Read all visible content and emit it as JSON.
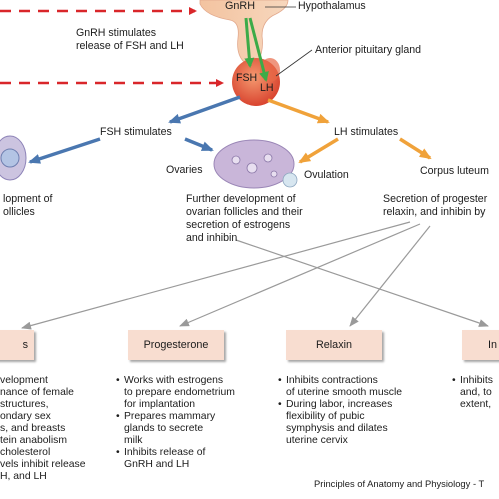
{
  "labels": {
    "gnrh": "GnRH",
    "hypothalamus": "Hypothalamus",
    "gnrh_stimulates": [
      "GnRH stimulates",
      "release of FSH and LH"
    ],
    "anterior_pituitary": "Anterior pituitary gland",
    "fsh": "FSH",
    "lh": "LH",
    "fsh_stimulates": "FSH stimulates",
    "lh_stimulates": "LH stimulates",
    "ovaries": "Ovaries",
    "ovulation": "Ovulation",
    "corpus_luteum": "Corpus luteum",
    "left_development": [
      "lopment of",
      "ollicles"
    ],
    "further_development": [
      "Further development of",
      "ovarian follicles and their",
      "secretion of estrogens",
      "and inhibin"
    ],
    "secretion_of": [
      "Secretion of progester",
      "relaxin, and inhibin by"
    ]
  },
  "boxes": {
    "estrogens": "s",
    "progesterone": "Progesterone",
    "relaxin": "Relaxin",
    "inhibin": "In"
  },
  "effects": {
    "estrogens": [
      "velopment",
      "nance of female",
      " structures,",
      "ondary sex",
      "s, and breasts",
      "tein anabolism",
      "cholesterol",
      "vels inhibit release",
      "H, and LH"
    ],
    "progesterone": [
      {
        "bullet": true,
        "text": "Works with estrogens"
      },
      {
        "bullet": false,
        "text": "to prepare endometrium"
      },
      {
        "bullet": false,
        "text": "for implantation"
      },
      {
        "bullet": true,
        "text": "Prepares mammary"
      },
      {
        "bullet": false,
        "text": "glands to secrete"
      },
      {
        "bullet": false,
        "text": "milk"
      },
      {
        "bullet": true,
        "text": "Inhibits release of"
      },
      {
        "bullet": false,
        "text": "GnRH and LH"
      }
    ],
    "relaxin": [
      {
        "bullet": true,
        "text": "Inhibits contractions"
      },
      {
        "bullet": false,
        "text": "of uterine smooth muscle"
      },
      {
        "bullet": true,
        "text": "During labor, increases"
      },
      {
        "bullet": false,
        "text": "flexibility of pubic"
      },
      {
        "bullet": false,
        "text": "symphysis and dilates"
      },
      {
        "bullet": false,
        "text": "uterine cervix"
      }
    ],
    "inhibin": [
      {
        "bullet": true,
        "text": "Inhibits"
      },
      {
        "bullet": false,
        "text": "and, to"
      },
      {
        "bullet": false,
        "text": "extent,"
      }
    ]
  },
  "credit": "Principles of  Anatomy and Physiology - T",
  "colors": {
    "dashed_red": "#d9262a",
    "fsh_blue": "#4a77b0",
    "lh_orange": "#f0a23a",
    "gnrh_green": "#3cab48",
    "gland_red": "#e1533a",
    "box_fill": "#f8ddd0",
    "ovary_purple": "#b8a3cc"
  }
}
